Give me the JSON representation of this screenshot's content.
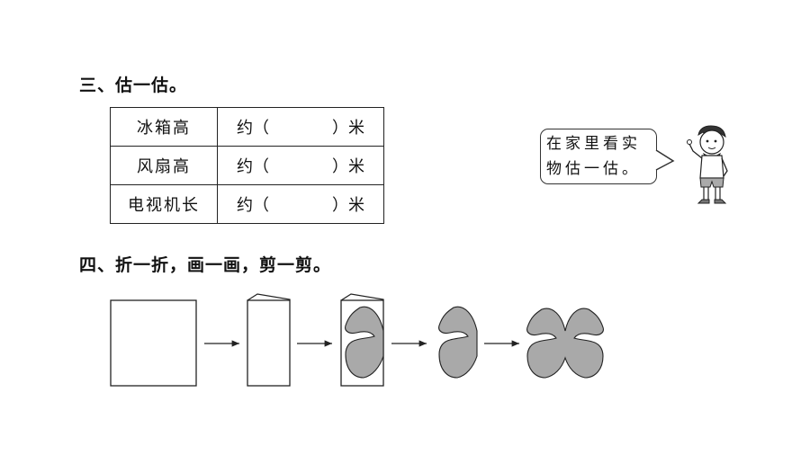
{
  "section3": {
    "title": "三、估一估。",
    "rows": [
      {
        "item": "冰箱高",
        "prefix": "约（",
        "suffix": "）米"
      },
      {
        "item": "风扇高",
        "prefix": "约（",
        "suffix": "）米"
      },
      {
        "item": "电视机长",
        "prefix": "约（",
        "suffix": "）米"
      }
    ],
    "bubble": {
      "line1": "在家里看实",
      "line2": "物估一估。"
    }
  },
  "section4": {
    "title": "四、折一折，画一画，剪一剪。"
  },
  "colors": {
    "butterfly_fill": "#a9a9a9",
    "line": "#222222"
  }
}
